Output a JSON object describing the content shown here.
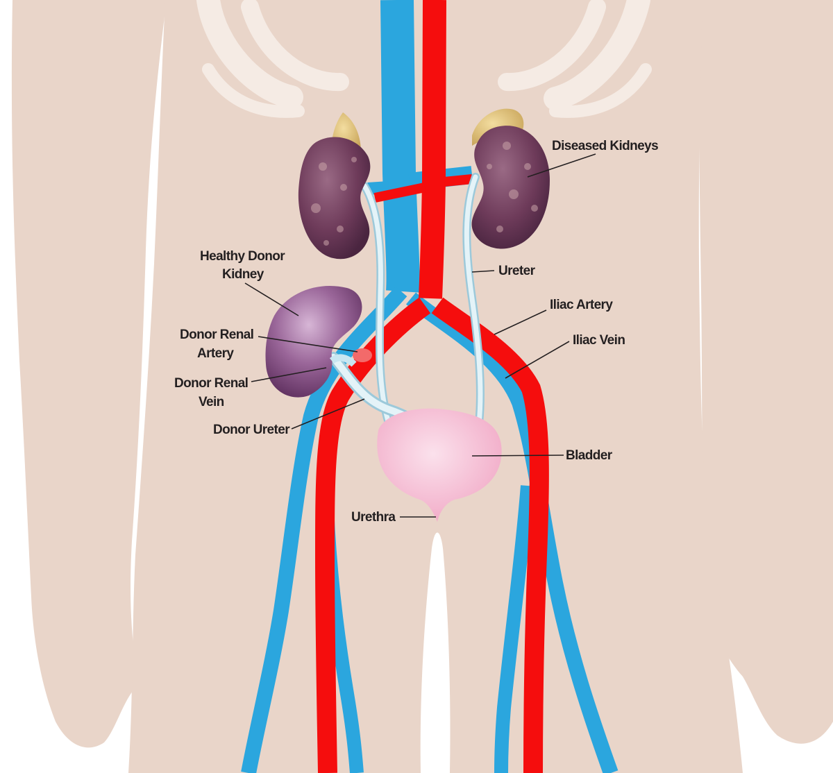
{
  "labels": {
    "diseased_kidneys": "Diseased Kidneys",
    "healthy_donor_kidney_line1": "Healthy Donor",
    "healthy_donor_kidney_line2": "Kidney",
    "donor_renal_artery_line1": "Donor Renal",
    "donor_renal_artery_line2": "Artery",
    "donor_renal_vein_line1": "Donor Renal",
    "donor_renal_vein_line2": "Vein",
    "donor_ureter": "Donor Ureter",
    "ureter": "Ureter",
    "iliac_artery": "Iliac Artery",
    "iliac_vein": "Iliac Vein",
    "bladder": "Bladder",
    "urethra": "Urethra"
  },
  "colors": {
    "skin": "#e9d5c9",
    "rib": "#f3e8e0",
    "artery": "#f50d0d",
    "vein": "#2ba6de",
    "kidney_diseased": "#6e3b5a",
    "kidney_healthy": "#8e5a8c",
    "adrenal": "#e2c57c",
    "ureter": "#cfe8f1",
    "bladder": "#f6c2d6",
    "label_text": "#231f20"
  },
  "icons": {
    "body": "torso-silhouette",
    "organ": "kidney"
  }
}
